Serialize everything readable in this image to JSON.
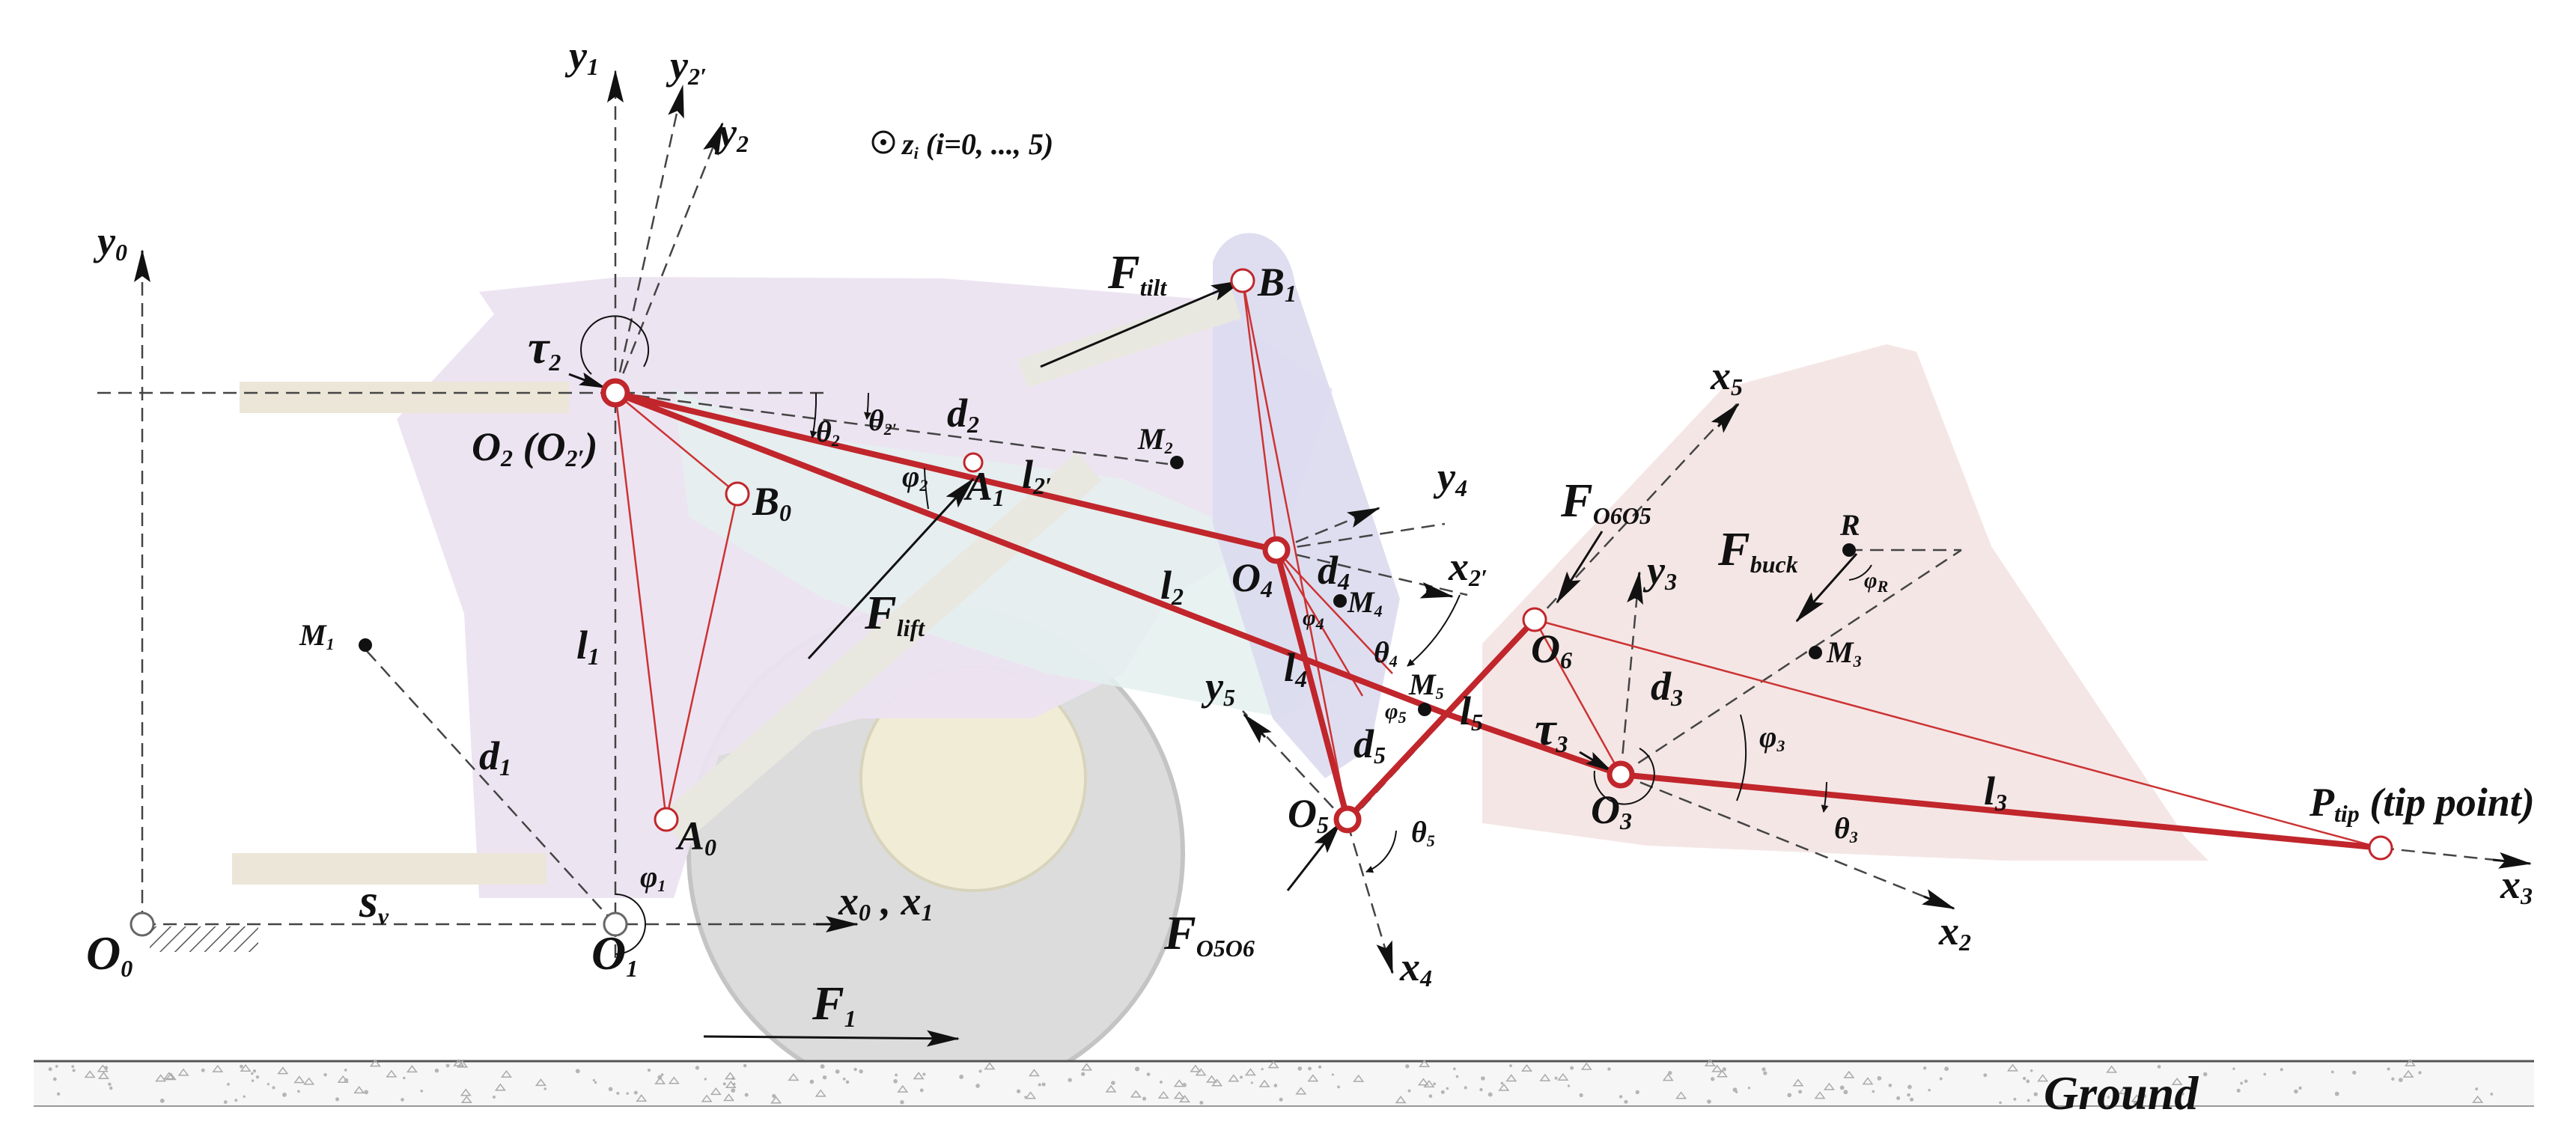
{
  "labels": {
    "y1": "y",
    "y1_sub": "1",
    "y2p": "y",
    "y2p_sub": "2′",
    "y2": "y",
    "y2_sub": "2",
    "zi": "z",
    "zi_sub": "i",
    "zi_rest": " (i=0, ..., 5)",
    "y0": "y",
    "y0_sub": "0",
    "tau2": "τ",
    "tau2_sub": "2",
    "o2": "O",
    "o2_sub": "2",
    "o2_paren": " (O",
    "o2_paren_sub": "2′",
    "o2_close": ")",
    "theta2": "θ",
    "theta2_sub": "2",
    "theta2p": "θ",
    "theta2p_sub": "2′",
    "d2": "d",
    "d2_sub": "2",
    "m2": "M",
    "m2_sub": "2",
    "ftilt": "F",
    "ftilt_sub": "tilt",
    "b1": "B",
    "b1_sub": "1",
    "b0": "B",
    "b0_sub": "0",
    "phi2": "φ",
    "phi2_sub": "2",
    "a1": "A",
    "a1_sub": "1",
    "l2p": "l",
    "l2p_sub": "2′",
    "y4": "y",
    "y4_sub": "4",
    "x5": "x",
    "x5_sub": "5",
    "fo6o5": "F",
    "fo6o5_sub": "O6O5",
    "o4": "O",
    "o4_sub": "4",
    "d4": "d",
    "d4_sub": "4",
    "x2p": "x",
    "x2p_sub": "2′",
    "phi4": "φ",
    "phi4_sub": "4",
    "m4": "M",
    "m4_sub": "4",
    "r": "R",
    "fbuck": "F",
    "fbuck_sub": "buck",
    "y3": "y",
    "y3_sub": "3",
    "phir": "φ",
    "phir_sub": "R",
    "m1": "M",
    "m1_sub": "1",
    "flift": "F",
    "flift_sub": "lift",
    "l2": "l",
    "l2_sub": "2",
    "theta4": "θ",
    "theta4_sub": "4",
    "o6": "O",
    "o6_sub": "6",
    "m3": "M",
    "m3_sub": "3",
    "l1": "l",
    "l1_sub": "1",
    "l4": "l",
    "l4_sub": "4",
    "m5": "M",
    "m5_sub": "5",
    "d3": "d",
    "d3_sub": "3",
    "y5": "y",
    "y5_sub": "5",
    "phi5": "φ",
    "phi5_sub": "5",
    "l5": "l",
    "l5_sub": "5",
    "phi3": "φ",
    "phi3_sub": "3",
    "d1": "d",
    "d1_sub": "1",
    "d5": "d",
    "d5_sub": "5",
    "tau3": "τ",
    "tau3_sub": "3",
    "a0": "A",
    "a0_sub": "0",
    "o5": "O",
    "o5_sub": "5",
    "theta5": "θ",
    "theta5_sub": "5",
    "o3": "O",
    "o3_sub": "3",
    "l3": "l",
    "l3_sub": "3",
    "theta3": "θ",
    "theta3_sub": "3",
    "ptip": "P",
    "ptip_sub": "tip",
    "ptip_rest": " (tip point)",
    "phi1": "φ",
    "phi1_sub": "1",
    "sv": "s",
    "sv_sub": "v",
    "x0x1": "x",
    "x0x1_sub0": "0",
    "x0x1_mid": " , x",
    "x0x1_sub1": "1",
    "x3": "x",
    "x3_sub": "3",
    "o0": "O",
    "o0_sub": "0",
    "o1": "O",
    "o1_sub": "1",
    "fo5o6": "F",
    "fo5o6_sub": "O5O6",
    "x4": "x",
    "x4_sub": "4",
    "x2": "x",
    "x2_sub": "2",
    "f1": "F",
    "f1_sub": "1",
    "ground": "Ground"
  },
  "colors": {
    "link": "#c0262b",
    "thin_link": "#cc3333",
    "arrow": "#111111",
    "dash": "#444444",
    "body_purple": "#ece3f1",
    "bucket_pink": "#f4e3e3",
    "link_blue": "#dad9ee",
    "wheel_gray": "#d4d4d4",
    "ground_dots": "#bbbbbb"
  }
}
